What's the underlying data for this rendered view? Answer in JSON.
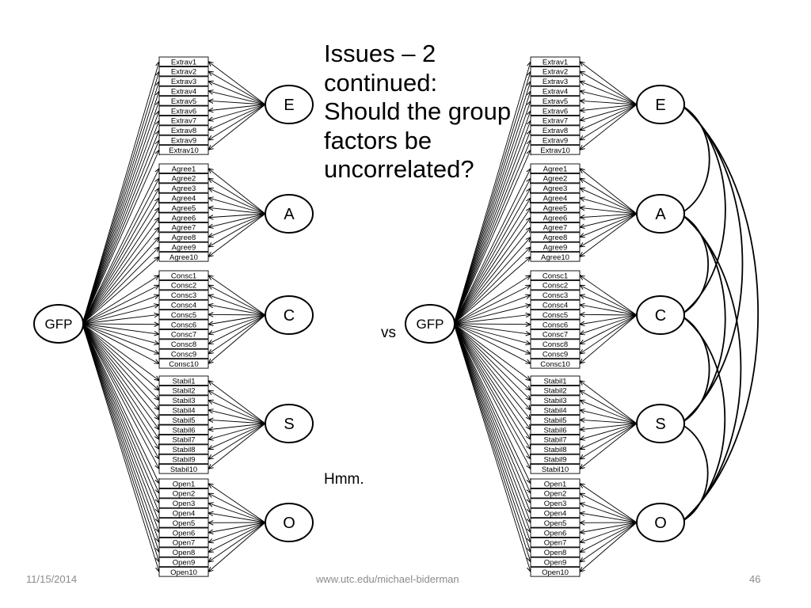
{
  "title_lines": [
    "Issues – 2",
    "continued:",
    "Should the group",
    "factors be",
    "uncorrelated?"
  ],
  "vs_text": "vs",
  "note_text": "Hmm.",
  "footer": {
    "date": "11/15/2014",
    "url": "www.utc.edu/michael-biderman",
    "page": "46"
  },
  "general_factor": "GFP",
  "factors": [
    {
      "label": "E",
      "items": [
        "Extrav1",
        "Extrav2",
        "Extrav3",
        "Extrav4",
        "Extrav5",
        "Extrav6",
        "Extrav7",
        "Extrav8",
        "Extrav9",
        "Extrav10"
      ]
    },
    {
      "label": "A",
      "items": [
        "Agree1",
        "Agree2",
        "Agree3",
        "Agree4",
        "Agree5",
        "Agree6",
        "Agree7",
        "Agree8",
        "Agree9",
        "Agree10"
      ]
    },
    {
      "label": "C",
      "items": [
        "Consc1",
        "Consc2",
        "Consc3",
        "Consc4",
        "Consc5",
        "Consc6",
        "Consc7",
        "Consc8",
        "Consc9",
        "Consc10"
      ]
    },
    {
      "label": "S",
      "items": [
        "Stabil1",
        "Stabil2",
        "Stabil3",
        "Stabil4",
        "Stabil5",
        "Stabil6",
        "Stabil7",
        "Stabil8",
        "Stabil9",
        "Stabil10"
      ]
    },
    {
      "label": "O",
      "items": [
        "Open1",
        "Open2",
        "Open3",
        "Open4",
        "Open5",
        "Open6",
        "Open7",
        "Open8",
        "Open9",
        "Open10"
      ]
    }
  ],
  "diagrams": [
    {
      "name": "uncorrelated-model",
      "correlated": false
    },
    {
      "name": "correlated-model",
      "correlated": true
    }
  ]
}
